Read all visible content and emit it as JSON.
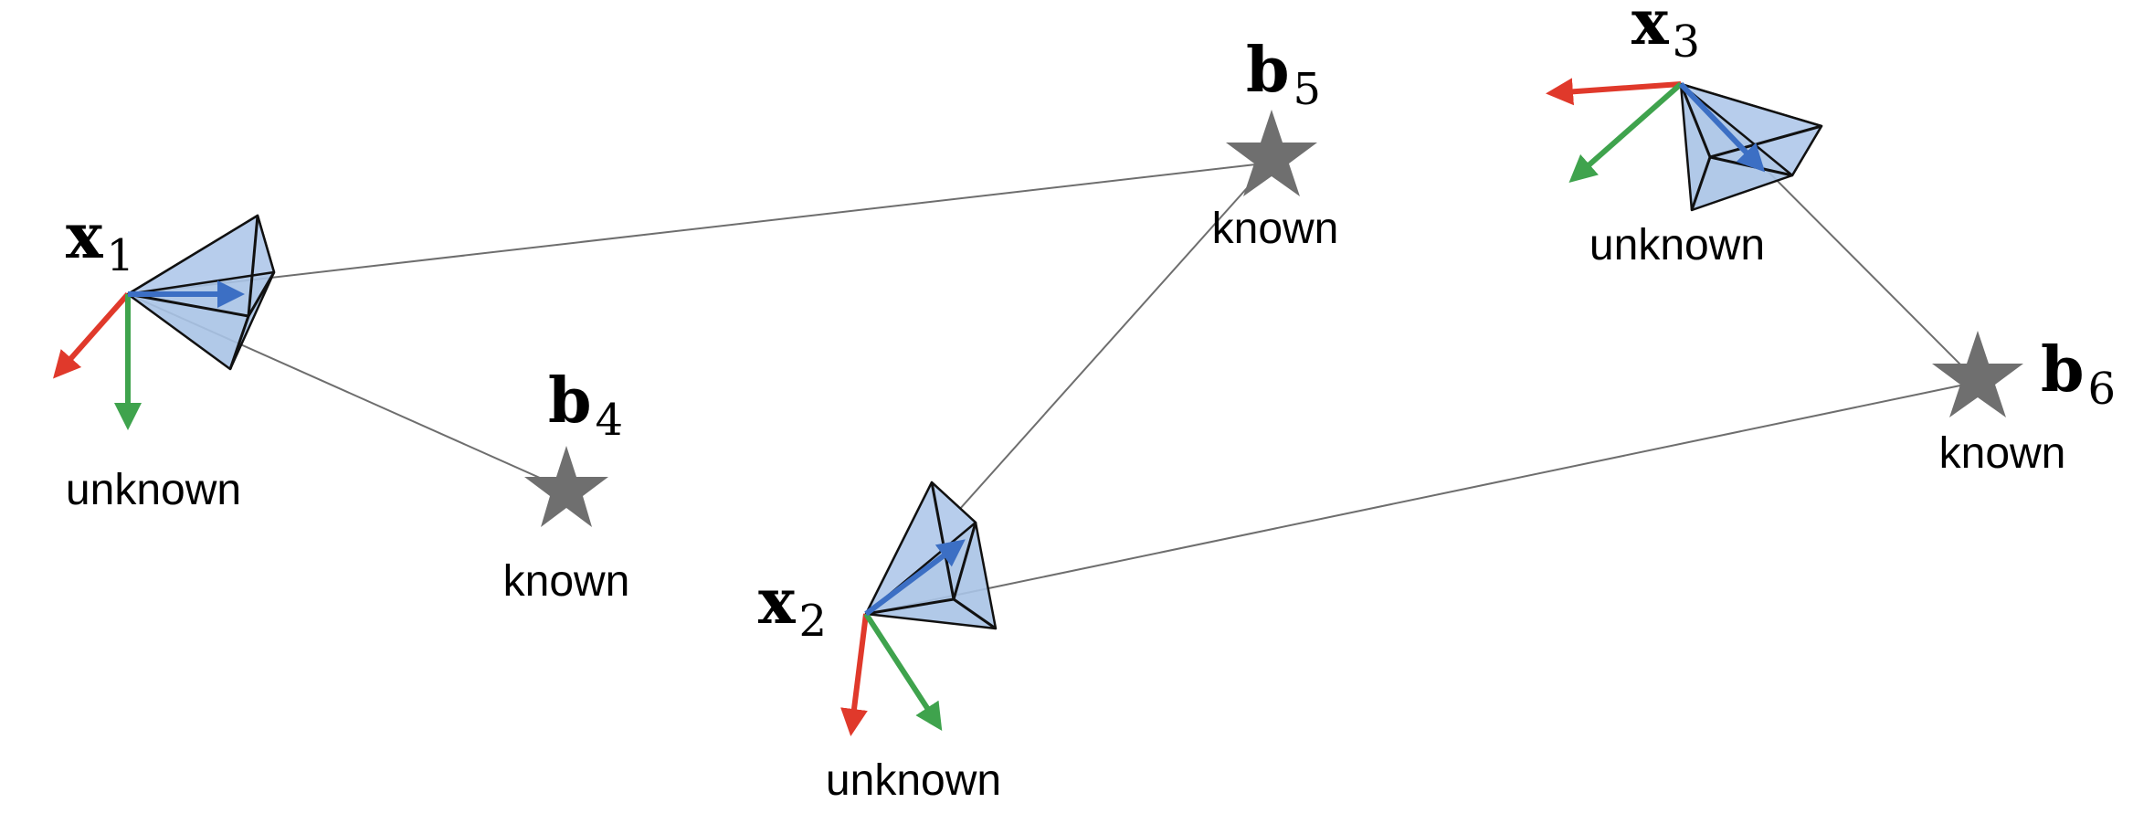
{
  "colors": {
    "axis_x": "#e0392b",
    "axis_y": "#3fa34d",
    "axis_z": "#3c6fc4",
    "camera_fill": "#a9c3e6",
    "landmark": "#6f6f6f",
    "edge": "#6e6e6e"
  },
  "cameras": [
    {
      "id": "x1",
      "symbol": "x",
      "subscript": "1",
      "status": "unknown"
    },
    {
      "id": "x2",
      "symbol": "x",
      "subscript": "2",
      "status": "unknown"
    },
    {
      "id": "x3",
      "symbol": "x",
      "subscript": "3",
      "status": "unknown"
    }
  ],
  "landmarks": [
    {
      "id": "b4",
      "symbol": "b",
      "subscript": "4",
      "status": "known"
    },
    {
      "id": "b5",
      "symbol": "b",
      "subscript": "5",
      "status": "known"
    },
    {
      "id": "b6",
      "symbol": "b",
      "subscript": "6",
      "status": "known"
    }
  ],
  "edges": [
    {
      "from": "x1",
      "to": "b5"
    },
    {
      "from": "x1",
      "to": "b4"
    },
    {
      "from": "x2",
      "to": "b5"
    },
    {
      "from": "x2",
      "to": "b6"
    },
    {
      "from": "x3",
      "to": "b6"
    }
  ]
}
